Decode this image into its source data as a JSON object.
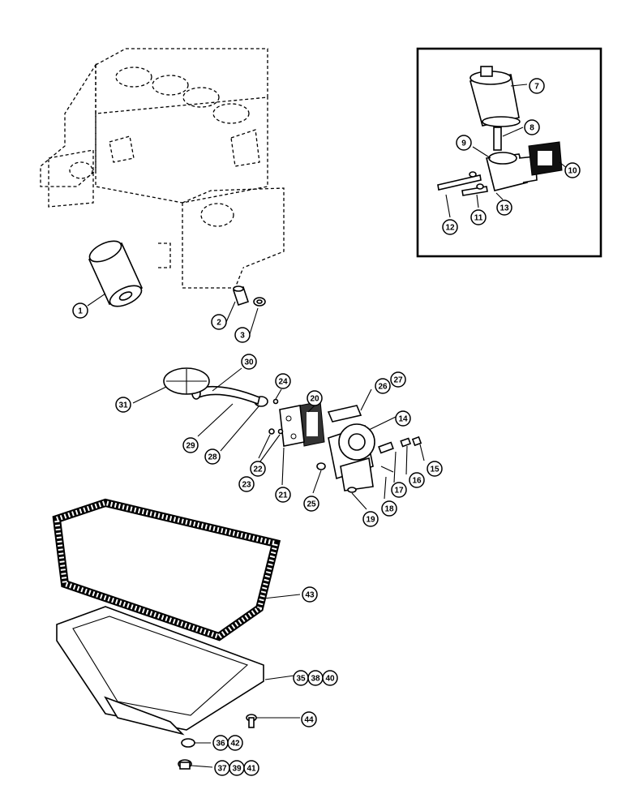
{
  "diagram": {
    "callouts": [
      {
        "id": "c1",
        "label": "1"
      },
      {
        "id": "c2",
        "label": "2"
      },
      {
        "id": "c3",
        "label": "3"
      },
      {
        "id": "c7",
        "label": "7"
      },
      {
        "id": "c8",
        "label": "8"
      },
      {
        "id": "c9",
        "label": "9"
      },
      {
        "id": "c10",
        "label": "10"
      },
      {
        "id": "c11",
        "label": "11"
      },
      {
        "id": "c12",
        "label": "12"
      },
      {
        "id": "c13",
        "label": "13"
      },
      {
        "id": "c14",
        "label": "14"
      },
      {
        "id": "c15",
        "label": "15"
      },
      {
        "id": "c16",
        "label": "16"
      },
      {
        "id": "c17",
        "label": "17"
      },
      {
        "id": "c18",
        "label": "18"
      },
      {
        "id": "c19",
        "label": "19"
      },
      {
        "id": "c20",
        "label": "20"
      },
      {
        "id": "c21",
        "label": "21"
      },
      {
        "id": "c22",
        "label": "22"
      },
      {
        "id": "c23",
        "label": "23"
      },
      {
        "id": "c24",
        "label": "24"
      },
      {
        "id": "c25",
        "label": "25"
      },
      {
        "id": "c26",
        "label": "26"
      },
      {
        "id": "c27",
        "label": "27"
      },
      {
        "id": "c28",
        "label": "28"
      },
      {
        "id": "c29",
        "label": "29"
      },
      {
        "id": "c30",
        "label": "30"
      },
      {
        "id": "c31",
        "label": "31"
      },
      {
        "id": "c35",
        "label": "35"
      },
      {
        "id": "c36",
        "label": "36"
      },
      {
        "id": "c37",
        "label": "37"
      },
      {
        "id": "c38",
        "label": "38"
      },
      {
        "id": "c39",
        "label": "39"
      },
      {
        "id": "c40",
        "label": "40"
      },
      {
        "id": "c41",
        "label": "41"
      },
      {
        "id": "c42",
        "label": "42"
      },
      {
        "id": "c43",
        "label": "43"
      },
      {
        "id": "c44",
        "label": "44"
      }
    ]
  }
}
